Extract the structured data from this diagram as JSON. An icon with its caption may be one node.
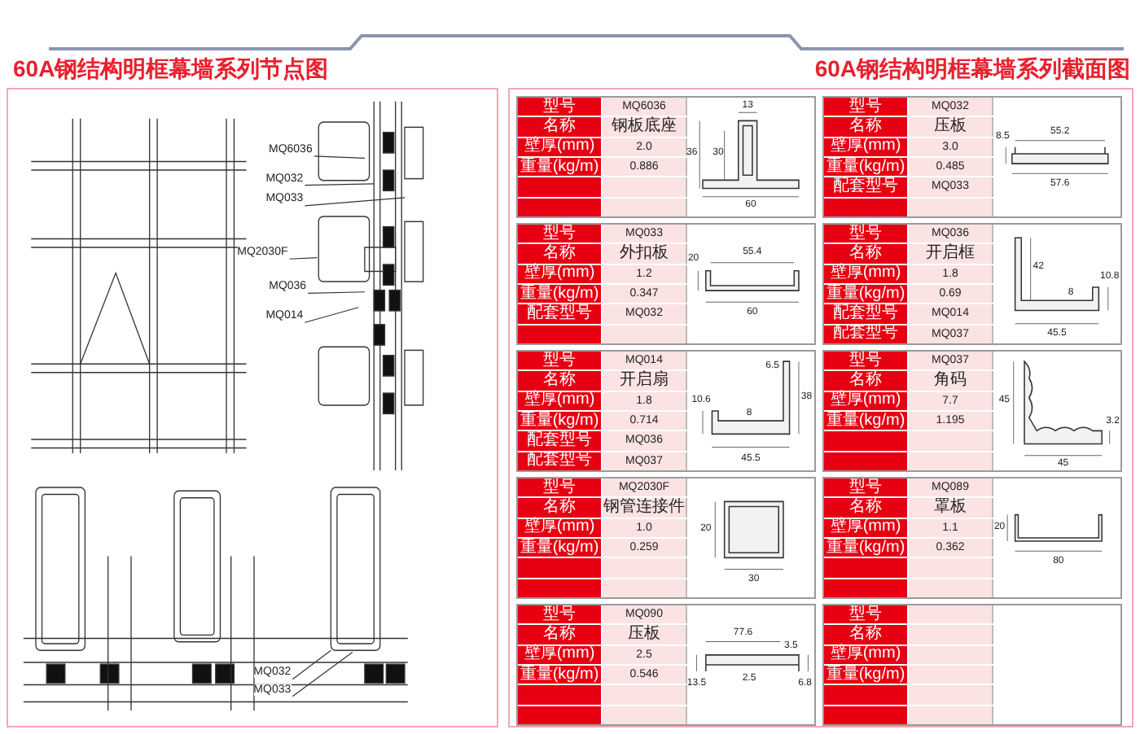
{
  "diagram": {
    "nodes": [
      {
        "text": [
          "MQ6036"
        ]
      },
      {
        "text": [
          "MQ032"
        ]
      },
      {
        "text": [
          "MQ033"
        ]
      },
      {
        "text": [
          "MQ2030F"
        ]
      },
      {
        "text": [
          "MQ036"
        ]
      },
      {
        "text": [
          "MQ014"
        ]
      },
      {
        "text": [
          "MQ032"
        ]
      },
      {
        "text": [
          "MQ033"
        ]
      },
      {
        "text": [
          "型号",
          "MQ6036",
          "名称",
          "钢板底座",
          "壁厚(mm)",
          "2.0",
          "重量(kg/m)",
          "0.886"
        ]
      },
      {
        "text": [
          "13",
          "36",
          "30",
          "60"
        ],
        "in": 8
      },
      {
        "text": [
          "型号",
          "MQ032",
          "名称",
          "压板",
          "壁厚(mm)",
          "3.0",
          "重量(kg/m)",
          "0.485",
          "配套型号",
          "MQ033"
        ]
      },
      {
        "text": [
          "8.5",
          "55.2",
          "57.6"
        ],
        "in": 10
      },
      {
        "text": [
          "型号",
          "MQ033",
          "名称",
          "外扣板",
          "壁厚(mm)",
          "1.2",
          "重量(kg/m)",
          "0.347",
          "配套型号",
          "MQ032"
        ]
      },
      {
        "text": [
          "20",
          "55.4",
          "60"
        ],
        "in": 12
      },
      {
        "text": [
          "型号",
          "MQ036",
          "名称",
          "开启框",
          "壁厚(mm)",
          "1.8",
          "重量(kg/m)",
          "0.69",
          "配套型号",
          "MQ014",
          "配套型号",
          "MQ037"
        ]
      },
      {
        "text": [
          "42",
          "10.8",
          "8",
          "45.5"
        ],
        "in": 14
      },
      {
        "text": [
          "型号",
          "MQ014",
          "名称",
          "开启扇",
          "壁厚(mm)",
          "1.8",
          "重量(kg/m)",
          "0.714",
          "配套型号",
          "MQ036",
          "配套型号",
          "MQ037"
        ]
      },
      {
        "text": [
          "6.5",
          "38",
          "10.6",
          "8",
          "45.5"
        ],
        "in": 16
      },
      {
        "text": [
          "型号",
          "MQ037",
          "名称",
          "角码",
          "壁厚(mm)",
          "7.7",
          "重量(kg/m)",
          "1.195"
        ]
      },
      {
        "text": [
          "45",
          "3.2",
          "45"
        ],
        "in": 18
      },
      {
        "text": [
          "型号",
          "MQ2030F",
          "名称",
          "钢管连接件",
          "壁厚(mm)",
          "1.0",
          "重量(kg/m)",
          "0.259"
        ]
      },
      {
        "text": [
          "20",
          "30"
        ],
        "in": 20
      },
      {
        "text": [
          "型号",
          "MQ089",
          "名称",
          "罩板",
          "壁厚(mm)",
          "1.1",
          "重量(kg/m)",
          "0.362"
        ]
      },
      {
        "text": [
          "20",
          "80"
        ],
        "in": 22
      },
      {
        "text": [
          "型号",
          "MQ090",
          "名称",
          "压板",
          "壁厚(mm)",
          "2.5",
          "重量(kg/m)",
          "0.546"
        ]
      },
      {
        "text": [
          "77.6",
          "3.5",
          "13.5",
          "6.8",
          "2.5"
        ],
        "in": 24
      },
      {
        "text": [
          "型号",
          "名称",
          "壁厚(mm)",
          "重量(kg/m)"
        ]
      }
    ],
    "edges": [
      {
        "from": 0,
        "to": null,
        "arrow": "none"
      },
      {
        "from": 1,
        "to": null,
        "arrow": "none"
      },
      {
        "from": 2,
        "to": null,
        "arrow": "none"
      },
      {
        "from": 3,
        "to": null,
        "arrow": "none"
      },
      {
        "from": 4,
        "to": null,
        "arrow": "none"
      },
      {
        "from": 5,
        "to": null,
        "arrow": "none"
      },
      {
        "from": 6,
        "to": null,
        "arrow": "none"
      },
      {
        "from": 7,
        "to": null,
        "arrow": "none"
      }
    ],
    "labels": [
      "60A钢结构明框幕墙系列节点图",
      "60A钢结构明框幕墙系列截面图"
    ]
  }
}
